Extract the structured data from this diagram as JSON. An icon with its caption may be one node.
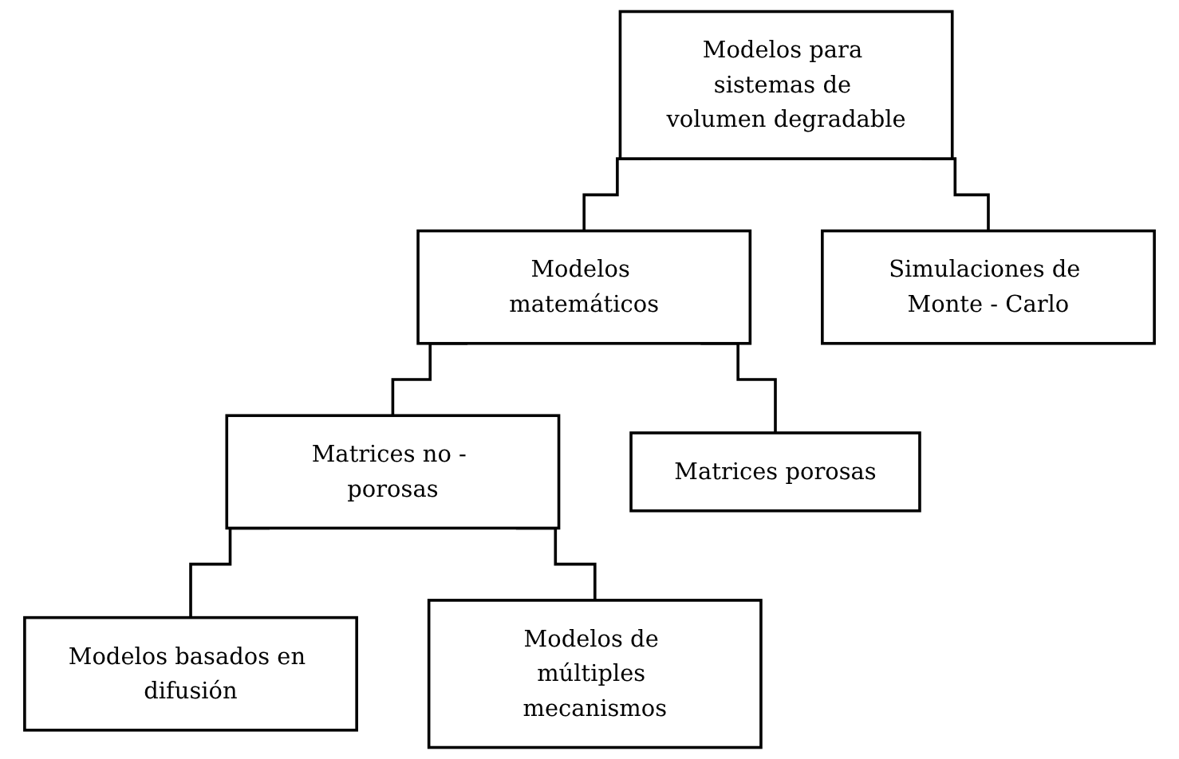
{
  "diagram": {
    "nodes": [
      {
        "text": [
          "Modelos para sistemas de volumen degradable"
        ]
      },
      {
        "text": [
          "Modelos matemáticos"
        ]
      },
      {
        "text": [
          "Simulaciones de Monte - Carlo"
        ]
      },
      {
        "text": [
          "Matrices no - porosas"
        ]
      },
      {
        "text": [
          "Matrices porosas"
        ]
      },
      {
        "text": [
          "Modelos basados en difusión"
        ]
      },
      {
        "text": [
          "Modelos de múltiples mecanismos"
        ]
      }
    ],
    "edges": [
      {
        "from": 0,
        "to": 1,
        "arrow": "none"
      },
      {
        "from": 0,
        "to": 2,
        "arrow": "none"
      },
      {
        "from": 1,
        "to": 3,
        "arrow": "none"
      },
      {
        "from": 1,
        "to": 4,
        "arrow": "none"
      },
      {
        "from": 3,
        "to": 5,
        "arrow": "none"
      },
      {
        "from": 3,
        "to": 6,
        "arrow": "none"
      }
    ]
  }
}
